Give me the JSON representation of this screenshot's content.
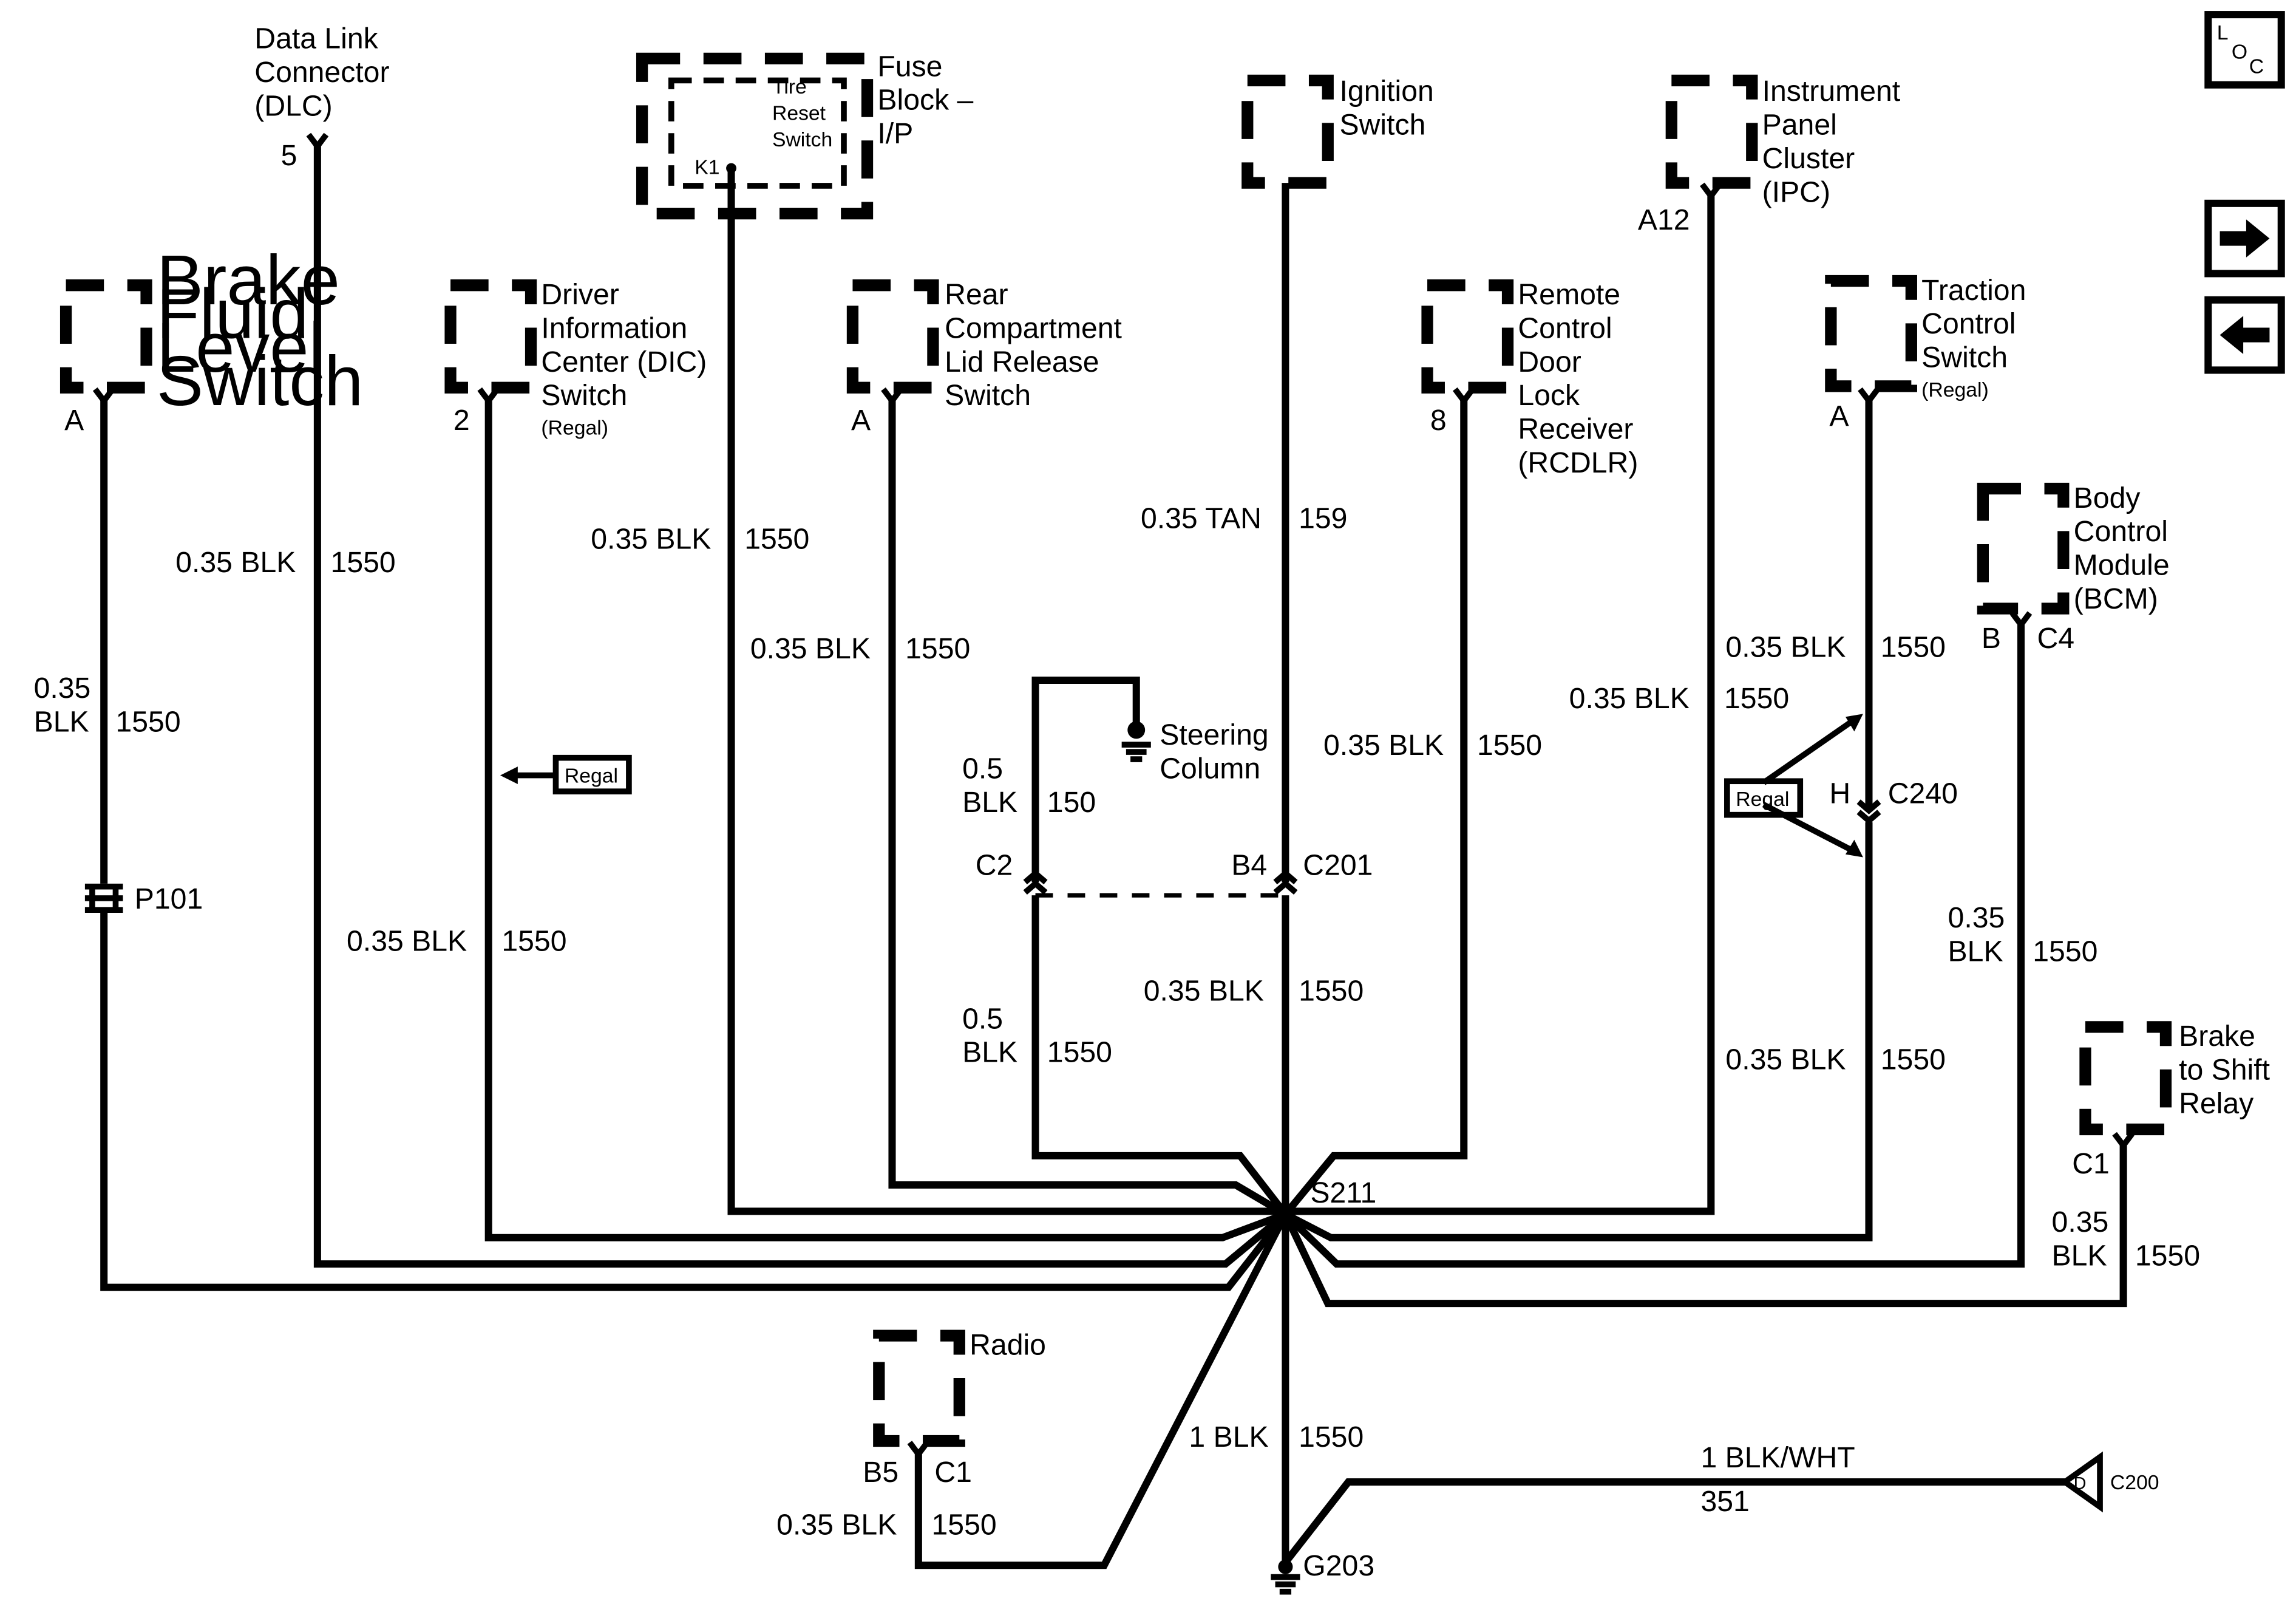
{
  "components": {
    "dlc": [
      "Data Link",
      "Connector",
      "(DLC)"
    ],
    "dlc_pin": "5",
    "fuse_block": [
      "Fuse",
      "Block –",
      "I/P"
    ],
    "tire_reset": [
      "Tire",
      "Reset",
      "Switch"
    ],
    "tire_pin": "K1",
    "brake_fluid": [
      "Brake",
      "Fluid",
      "Level",
      "Switch"
    ],
    "brake_fluid_pin": "A",
    "dic": [
      "Driver",
      "Information",
      "Center (DIC)",
      "Switch"
    ],
    "dic_note": "(Regal)",
    "dic_pin": "2",
    "rear_comp": [
      "Rear",
      "Compartment",
      "Lid Release",
      "Switch"
    ],
    "rear_comp_pin": "A",
    "ignition": [
      "Ignition",
      "Switch"
    ],
    "rcdlr": [
      "Remote",
      "Control",
      "Door",
      "Lock",
      "Receiver",
      "(RCDLR)"
    ],
    "rcdlr_pin": "8",
    "ipc": [
      "Instrument",
      "Panel",
      "Cluster",
      "(IPC)"
    ],
    "ipc_pin": "A12",
    "traction": [
      "Traction",
      "Control",
      "Switch"
    ],
    "traction_note": "(Regal)",
    "traction_pin": "A",
    "bcm": [
      "Body",
      "Control",
      "Module",
      "(BCM)"
    ],
    "bcm_pin_b": "B",
    "bcm_pin_c4": "C4",
    "brake_shift": [
      "Brake",
      "to Shift",
      "Relay"
    ],
    "brake_shift_pin": "C1",
    "radio": "Radio",
    "radio_pin_b5": "B5",
    "radio_pin_c1": "C1",
    "steering": [
      "Steering",
      "Column"
    ]
  },
  "wires": {
    "w035blk": "0.35 BLK",
    "w035": "0.35",
    "blk": "BLK",
    "w05": "0.5",
    "c1550": "1550",
    "c150": "150",
    "tan": "0.35 TAN",
    "c159": "159",
    "w1blk": "1 BLK",
    "blkwht": "1 BLK/WHT",
    "c351": "351"
  },
  "connectors": {
    "p101": "P101",
    "c2": "C2",
    "b4": "B4",
    "c201": "C201",
    "h": "H",
    "c240": "C240",
    "s211": "S211",
    "g203": "G203",
    "c200": "C200",
    "d": "D"
  },
  "notes": {
    "regal": "Regal"
  },
  "nav": {
    "loc_l": "L",
    "loc_o": "O",
    "loc_c": "C",
    "next_icon": "arrow-right-icon",
    "prev_icon": "arrow-left-icon"
  }
}
